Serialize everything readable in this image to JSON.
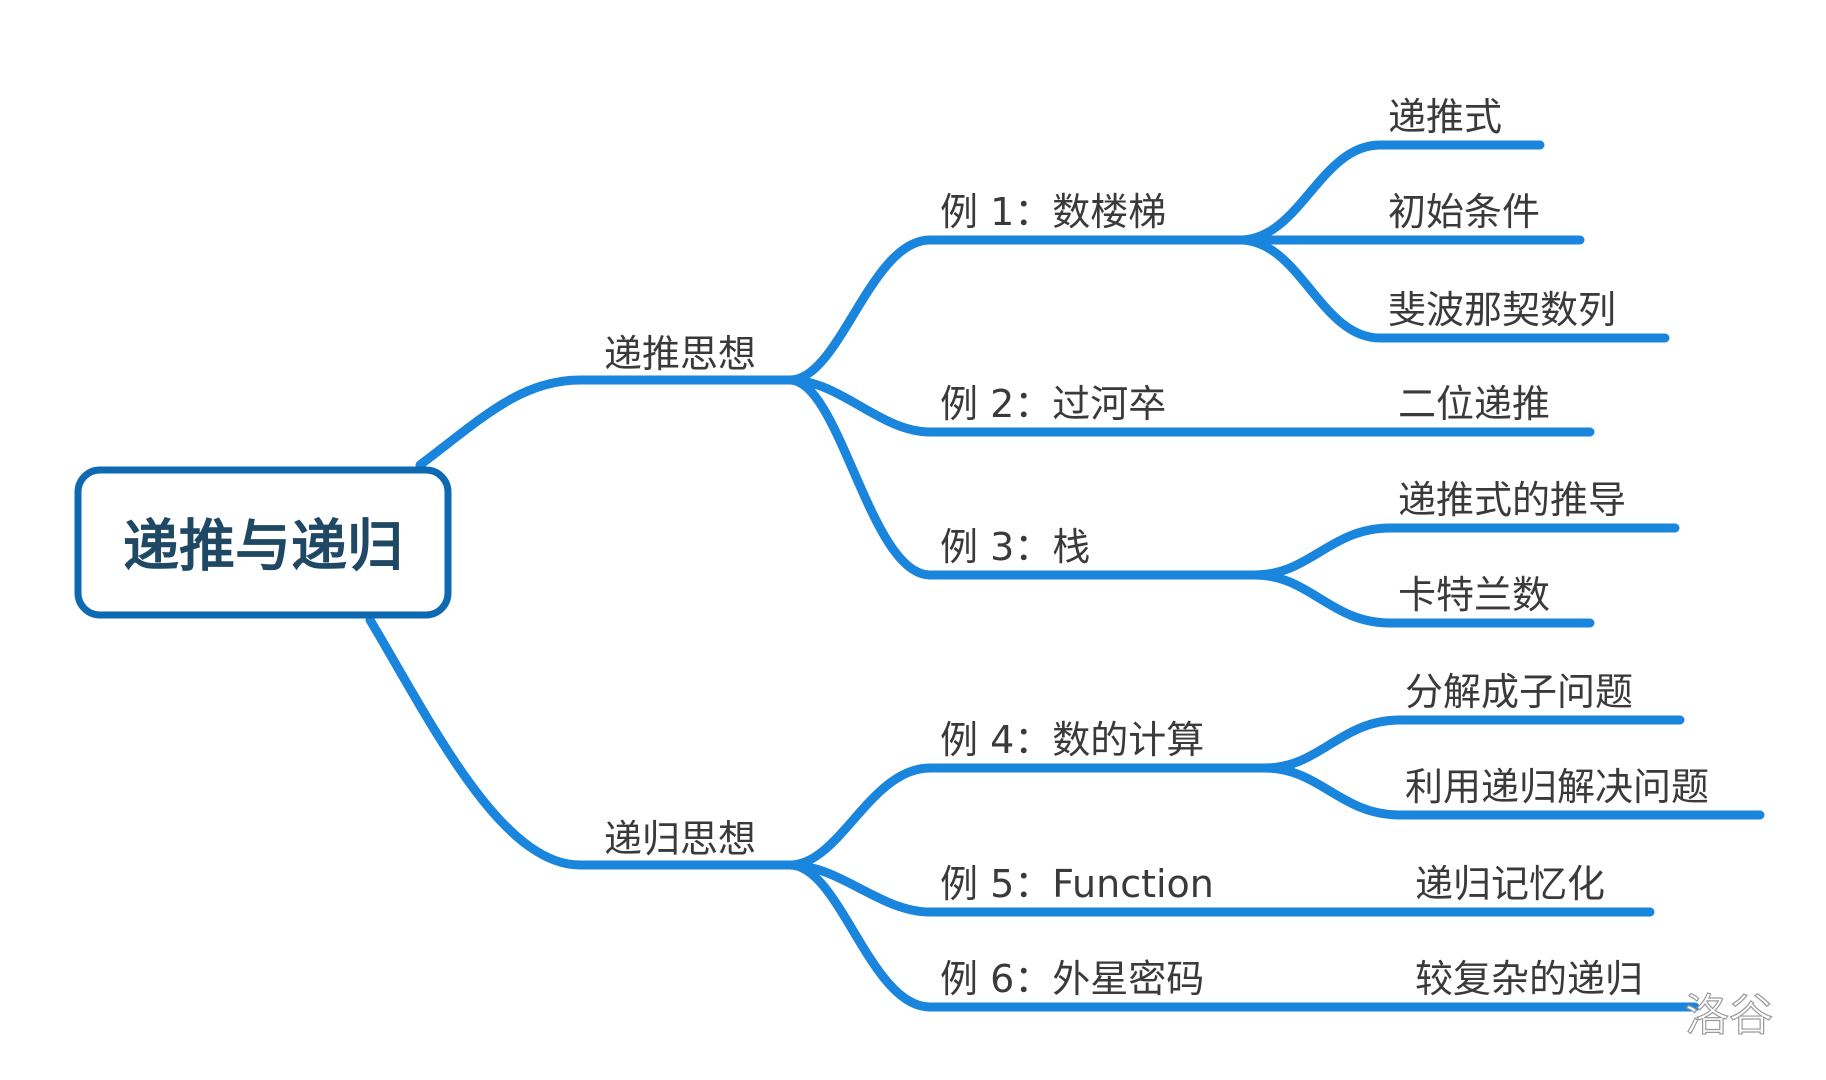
{
  "root": {
    "label": "递推与递归"
  },
  "branches": [
    {
      "label": "递推思想",
      "examples": [
        {
          "label": "例 1：数楼梯",
          "details": [
            "递推式",
            "初始条件",
            "斐波那契数列"
          ]
        },
        {
          "label": "例 2：过河卒",
          "details": [
            "二位递推"
          ]
        },
        {
          "label": "例 3：栈",
          "details": [
            "递推式的推导",
            "卡特兰数"
          ]
        }
      ]
    },
    {
      "label": "递归思想",
      "examples": [
        {
          "label": "例 4：数的计算",
          "details": [
            "分解成子问题",
            "利用递归解决问题"
          ]
        },
        {
          "label": "例 5：Function",
          "details": [
            "递归记忆化"
          ]
        },
        {
          "label": "例 6：外星密码",
          "details": [
            "较复杂的递归"
          ]
        }
      ]
    }
  ],
  "watermark": "洛谷",
  "colors": {
    "branch_line": "#1a85dc",
    "root_border": "#0e69b3",
    "root_text": "#1e4863",
    "node_text": "#3a3a3a"
  }
}
